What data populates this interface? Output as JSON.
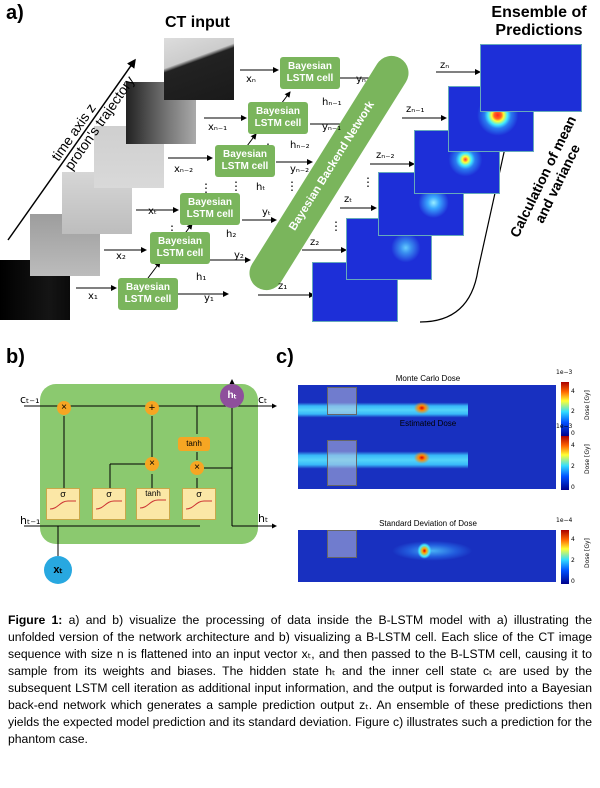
{
  "panel_a": {
    "label": "a)",
    "ct_input_title": "CT input",
    "ensemble_title_line1": "Ensemble of",
    "ensemble_title_line2": "Predictions",
    "axis_label_line1": "time axis z",
    "axis_label_line2": "proton's trajectory",
    "backend_label": "Bayesian Backend Network",
    "calc_label_line1": "Calculation of mean",
    "calc_label_line2": "and variance",
    "cell_label_line1": "Bayesian",
    "cell_label_line2": "LSTM cell",
    "x_labels": [
      "x₁",
      "x₂",
      "xₜ",
      "xₙ₋₂",
      "xₙ₋₁",
      "xₙ"
    ],
    "y_labels": [
      "y₁",
      "y₂",
      "yₜ",
      "yₙ₋₂",
      "yₙ₋₁",
      "yₙ"
    ],
    "h_labels": [
      "h₁",
      "h₂",
      "hₜ",
      "hₙ₋₂",
      "hₙ₋₁"
    ],
    "z_labels": [
      "z₁",
      "z₂",
      "zₜ",
      "zₙ₋₂",
      "zₙ₋₁",
      "zₙ"
    ]
  },
  "panel_b": {
    "label": "b)",
    "c_in": "cₜ₋₁",
    "c_out": "cₜ",
    "h_in": "hₜ₋₁",
    "h_out": "hₜ",
    "h_top": "hₜ",
    "x_in": "xₜ",
    "gates": [
      "σ",
      "σ",
      "tanh",
      "σ"
    ],
    "tanh_label": "tanh",
    "ops": [
      "×",
      "+",
      "×",
      "×"
    ]
  },
  "panel_c": {
    "label": "c)",
    "plots": [
      {
        "title": "Monte Carlo Dose",
        "scale": "1e−3",
        "ticks": [
          "4",
          "2",
          "0"
        ],
        "colorbar_label": "Dose [Gy]"
      },
      {
        "title": "Estimated Dose",
        "scale": "1e−3",
        "ticks": [
          "4",
          "2",
          "0"
        ],
        "colorbar_label": "Dose [Gy]"
      },
      {
        "title": "Standard Deviation of Dose",
        "scale": "1e−4",
        "ticks": [
          "4",
          "2",
          "0"
        ],
        "colorbar_label": "Dose [Gy]"
      }
    ]
  },
  "caption": {
    "label": "Figure 1:",
    "text": " a) and b) visualize the processing of data inside the B-LSTM model with a) illustrating the unfolded version of the network architecture and b) visualizing a B-LSTM cell. Each slice of the CT image sequence with size n is flattened into an input vector xₜ, and then passed to the B-LSTM cell, causing it to sample from its weights and biases. The hidden state hₜ and the inner cell state cₜ are used by the subsequent LSTM cell iteration as additional input information, and the output is forwarded into a Bayesian back-end network which generates a sample prediction output zₜ. An ensemble of these predictions then yields the expected model prediction and its standard deviation. Figure c) illustrates such a prediction for the phantom case."
  }
}
